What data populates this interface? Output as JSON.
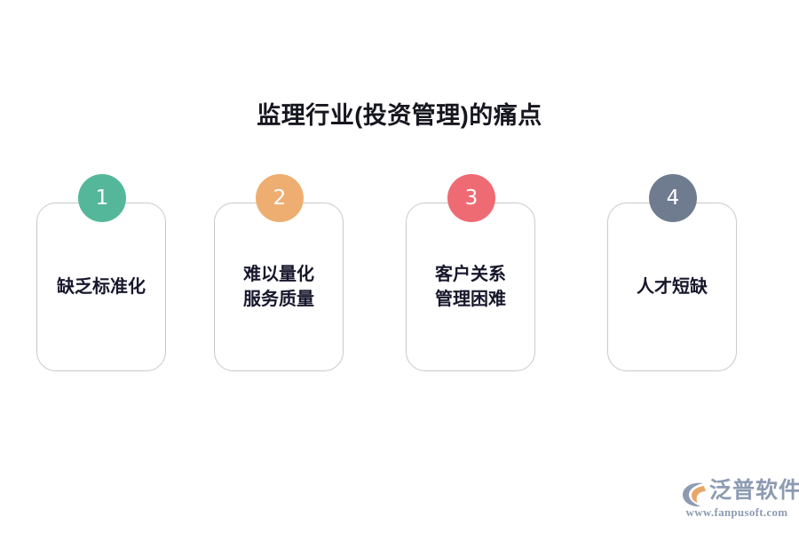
{
  "slide": {
    "background_color": "#ffffff",
    "title": "监理行业(投资管理)的痛点"
  },
  "cards": [
    {
      "number": "1",
      "label": "缺乏标准化",
      "color": "#55b79a",
      "badge_name": "card-badge-1"
    },
    {
      "number": "2",
      "label": "难以量化\n服务质量",
      "color": "#eeae71",
      "badge_name": "card-badge-2"
    },
    {
      "number": "3",
      "label": "客户关系\n管理困难",
      "color": "#ee6b73",
      "badge_name": "card-badge-3"
    },
    {
      "number": "4",
      "label": "人才短缺",
      "color": "#6f7c8f",
      "badge_name": "card-badge-4"
    }
  ],
  "watermark": {
    "brand": "泛普软件",
    "url": "www.fanpusoft.com",
    "icon": "fanpu-logo-icon",
    "text_color": "#8d9bb2",
    "accent_color": "#e8a76a"
  }
}
